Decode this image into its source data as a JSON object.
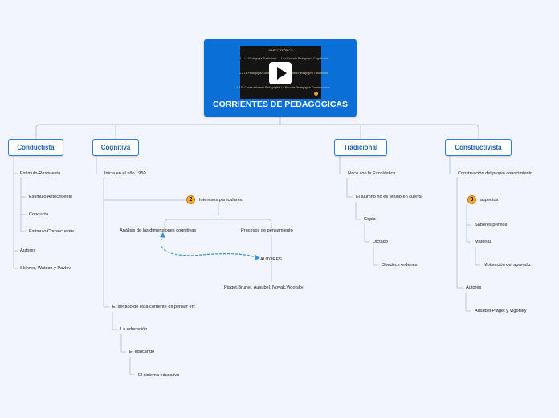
{
  "root": {
    "title": "CORRIENTES DE PEDAGÓGICAS",
    "thumbnail": {
      "top": "MARCO TEÓRICO",
      "col_left": [
        "1.1 La Pedagogía Tradicional",
        "1.2 La Pedagogía Conductista",
        "1.3 El Constructivismo Pedagógico"
      ],
      "col_right": [
        "1.1 La Escuela Pedagógica Cognitivista",
        "1.2 La Escuela Pedagógica Tradicional",
        "1.4 La Escuela Pedagógica Constructivista"
      ]
    }
  },
  "branches": {
    "conductista": {
      "label": "Conductista",
      "items": [
        "Estimulo-Respuesta",
        "Estimulo Antecedente",
        "Conducta",
        "Estimulo Consecuente",
        "Autores",
        "Skinner, Watson y Pavlov"
      ]
    },
    "cognitiva": {
      "label": "Cognitiva",
      "items": [
        "Inicia en el año 1950",
        "Intereses particulares:",
        "Análisis de las dimensiones cognitivas",
        "Procesos de pensamiento",
        "AUTORES",
        "Piaget,Bruner, Ausubel, Novak,Vigotsky",
        "El sentido de esta corriente es pensar en:",
        "La educación",
        "El educando",
        "El sistema educativo"
      ],
      "badge": "2"
    },
    "tradicional": {
      "label": "Tradicional",
      "items": [
        "Nace con la Escolástica",
        "El alumno no es tenido en cuenta",
        "Copia",
        "Dictado",
        "Obedece ordenes"
      ]
    },
    "constructivista": {
      "label": "Constructivista",
      "items": [
        "Construcción del propio conocimiento",
        "aspectos",
        "Saberes previos",
        "Material",
        "Motivación del aprendiz",
        "Autores",
        "Ausubel,Piaget y Vigotsky"
      ],
      "badge": "3"
    }
  },
  "colors": {
    "root": "#0a6fd6",
    "branch_border": "#2d7fd1",
    "line": "#b9c6d9",
    "badge": "#f0a830",
    "link": "#3a8fd8"
  }
}
